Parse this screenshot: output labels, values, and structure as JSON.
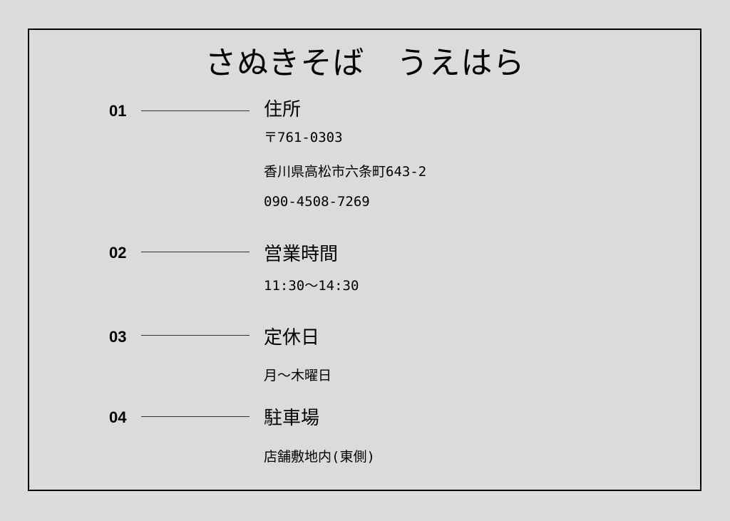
{
  "title": "さぬきそば　うえはら",
  "sections": [
    {
      "number": "01",
      "heading": "住所",
      "lines": [
        "〒761-0303",
        "香川県高松市六条町643-2",
        "090-4508-7269"
      ]
    },
    {
      "number": "02",
      "heading": "営業時間",
      "lines": [
        "11:30〜14:30"
      ]
    },
    {
      "number": "03",
      "heading": "定休日",
      "lines": [
        "月〜木曜日"
      ]
    },
    {
      "number": "04",
      "heading": "駐車場",
      "lines": [
        "店舗敷地内(東側)"
      ]
    }
  ]
}
